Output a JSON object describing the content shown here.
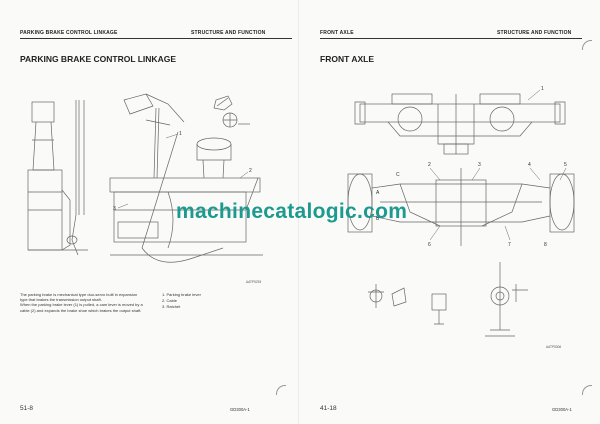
{
  "left_page": {
    "header_left": "PARKING BRAKE CONTROL LINKAGE",
    "header_right": "STRUCTURE AND FUNCTION",
    "title": "PARKING BRAKE CONTROL LINKAGE",
    "figure_labels": [
      "1",
      "2",
      "3"
    ],
    "figure_code": "AATP5293",
    "paragraphs": [
      "The parking brake is mechanical type duo-servo built in expansion type that brakes the transmission output shaft.",
      "When the parking brake lever (1) is pulled, a cam lever is moved by a cable (2) and expands the brake shoe which brakes the output shaft."
    ],
    "legend": [
      {
        "num": "1.",
        "label": "Parking brake lever"
      },
      {
        "num": "2.",
        "label": "Cable"
      },
      {
        "num": "3.",
        "label": "Ratchet"
      }
    ],
    "page_number": "51-8",
    "model": "GD300A-1"
  },
  "right_page": {
    "header_left": "FRONT AXLE",
    "header_right": "STRUCTURE AND FUNCTION",
    "title": "FRONT AXLE",
    "figure_labels": [
      "1",
      "2",
      "3",
      "4",
      "5",
      "6",
      "7",
      "8",
      "A",
      "B",
      "C"
    ],
    "figure_code": "AATP5306",
    "page_number": "41-18",
    "model": "GD300A-1"
  },
  "watermark": "machinecatalogic.com"
}
